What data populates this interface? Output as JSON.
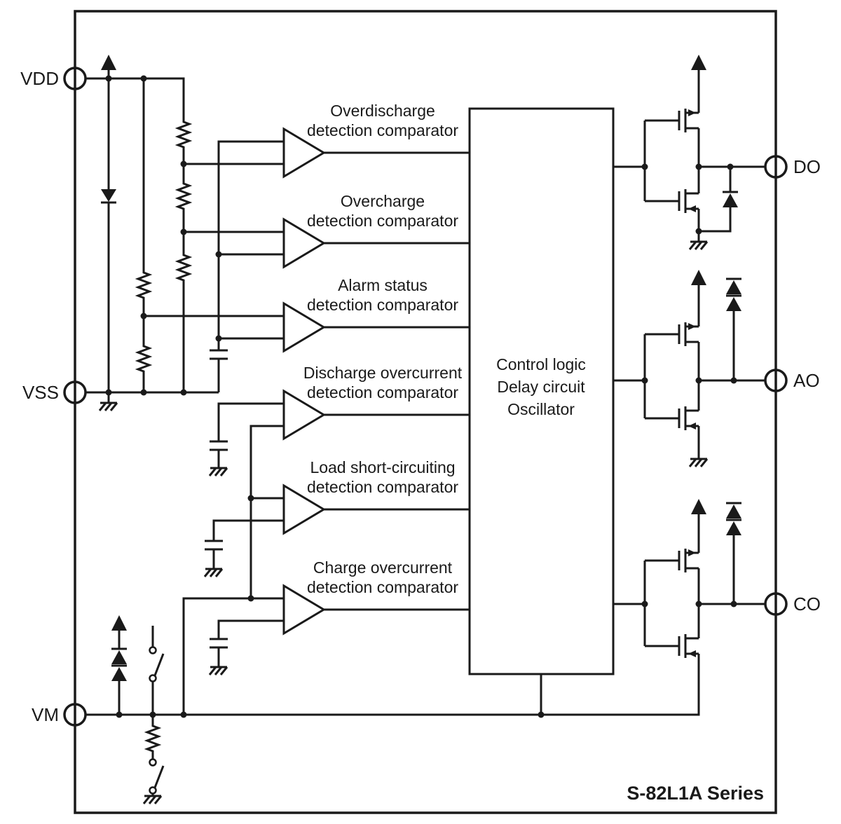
{
  "pins": {
    "vdd": "VDD",
    "vss": "VSS",
    "vm": "VM",
    "do": "DO",
    "ao": "AO",
    "co": "CO"
  },
  "control_block": {
    "line1": "Control logic",
    "line2": "Delay circuit",
    "line3": "Oscillator"
  },
  "comparators": [
    {
      "line1": "Overdischarge",
      "line2": "detection comparator"
    },
    {
      "line1": "Overcharge",
      "line2": "detection comparator"
    },
    {
      "line1": "Alarm status",
      "line2": "detection comparator"
    },
    {
      "line1": "Discharge overcurrent",
      "line2": "detection comparator"
    },
    {
      "line1": "Load short-circuiting",
      "line2": "detection comparator"
    },
    {
      "line1": "Charge overcurrent",
      "line2": "detection comparator"
    }
  ],
  "series_label": "S-82L1A Series",
  "colors": {
    "line": "#1a1a1a",
    "background": "#ffffff"
  }
}
